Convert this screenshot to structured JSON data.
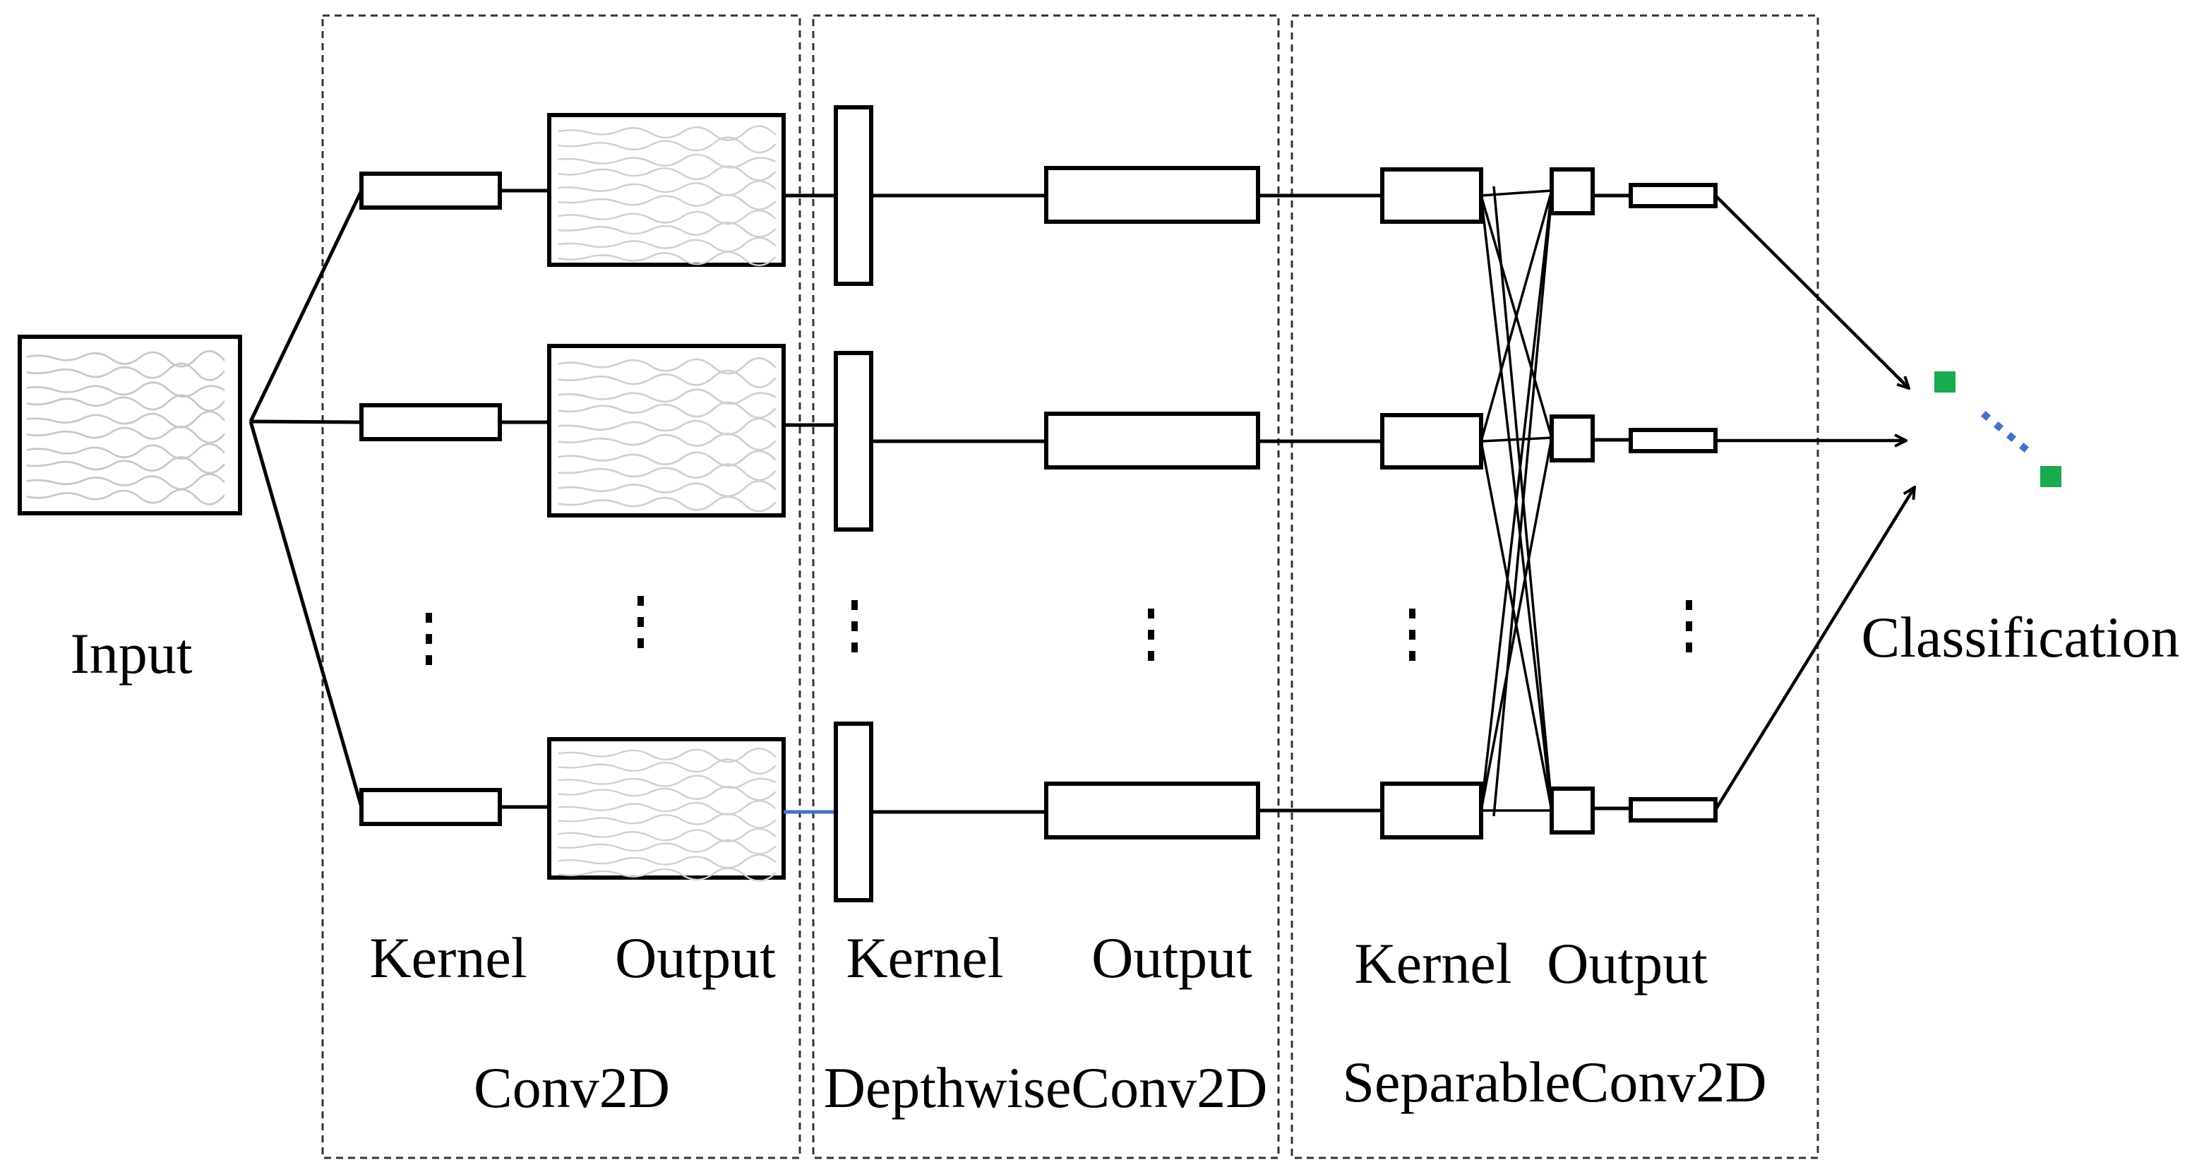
{
  "labels": {
    "input": "Input",
    "classification": "Classification",
    "conv2d": {
      "title": "Conv2D",
      "kernel": "Kernel",
      "output": "Output"
    },
    "depthwise": {
      "title": "DepthwiseConv2D",
      "kernel": "Kernel",
      "output": "Output"
    },
    "separable": {
      "title": "SeparableConv2D",
      "kernel": "Kernel",
      "output": "Output"
    }
  },
  "colors": {
    "stroke": "#000000",
    "panel_border": "#333333",
    "eeg_trace": "#c8c8c8",
    "class_node": "#1aaa50",
    "dotted_link": "#4472c4",
    "highlight_link": "#4472c4"
  },
  "icons": {
    "input_plot": "eeg-signal-thumbnail",
    "output_plot": "feature-map-thumbnail",
    "ellipsis": "vertical-ellipsis-icon",
    "class_node": "class-node-icon"
  }
}
